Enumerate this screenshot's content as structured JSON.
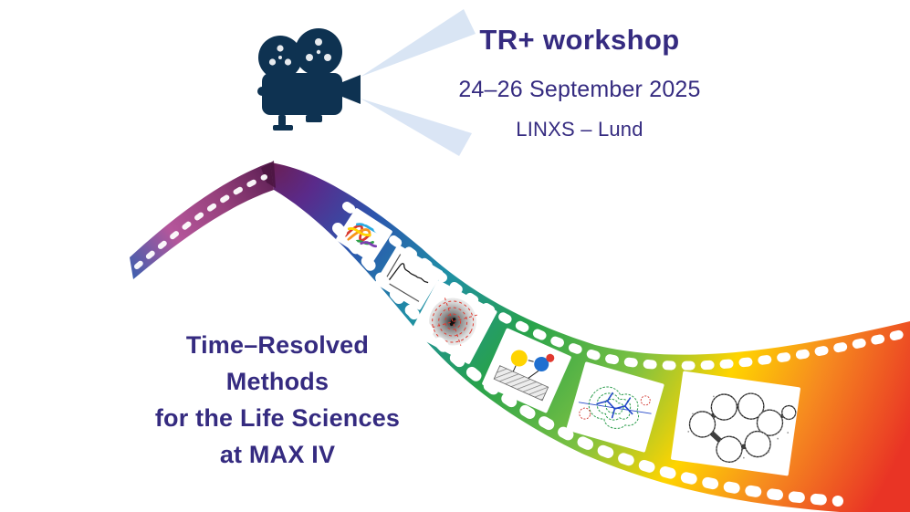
{
  "header": {
    "title": "TR+ workshop",
    "dates": "24–26 September 2025",
    "location": "LINXS – Lund"
  },
  "tagline": {
    "line1": "Time–Resolved",
    "line2": "Methods",
    "line3": "for the Life Sciences",
    "line4": "at MAX IV"
  },
  "icons": {
    "projector": "film-projector-icon",
    "light_beams": "projector-light-beams-icon",
    "film_strip": "rainbow-film-strip",
    "film_frames": [
      "protein-ribbon-structure",
      "time-trace-plot",
      "xray-diffraction-pattern",
      "scattering-experiment-schematic",
      "electron-density-map",
      "ball-and-stick-molecule"
    ]
  },
  "colors": {
    "heading_text": "#352b80",
    "projector": "#0e3251",
    "light_beam": "#d8e4f4",
    "film_gradient": [
      "#6b1f52",
      "#5a2a8a",
      "#2b56ae",
      "#1f8fa6",
      "#27a24b",
      "#7bc142",
      "#ffd400",
      "#f68b1f",
      "#e93425"
    ]
  }
}
